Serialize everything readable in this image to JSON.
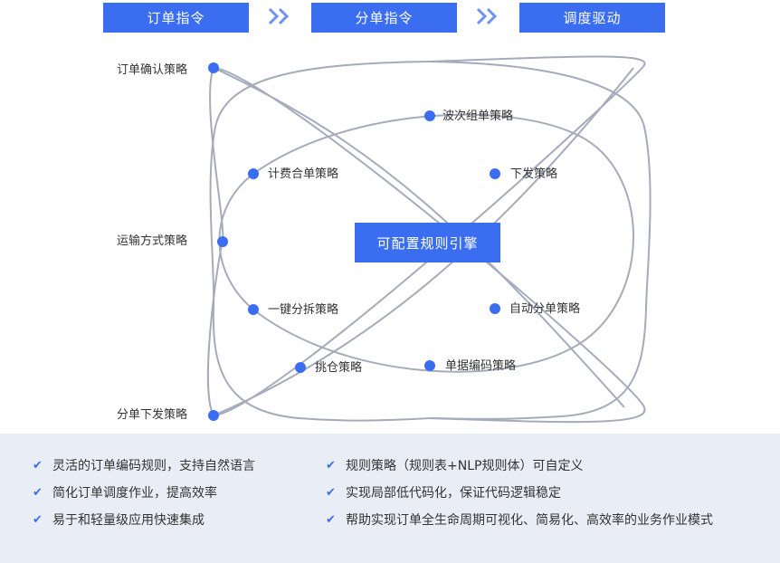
{
  "steps": [
    "订单指令",
    "分单指令",
    "调度驱动"
  ],
  "engine_label": "可配置规则引擎",
  "nodes": {
    "order_confirm": "订单确认策略",
    "transport": "运输方式策略",
    "split_dispatch": "分单下发策略",
    "billing_merge": "计费合单策略",
    "one_click_split": "一键分拆策略",
    "pick_warehouse": "挑仓策略",
    "wave_group": "波次组单策略",
    "dispatch": "下发策略",
    "auto_split": "自动分单策略",
    "doc_code": "单据编码策略"
  },
  "features": {
    "left": [
      "灵活的订单编码规则，支持自然语言",
      "简化订单调度作业，提高效率",
      "易于和轻量级应用快速集成"
    ],
    "right": [
      "规则策略（规则表+NLP规则体）可自定义",
      "实现局部低代码化，保证代码逻辑稳定",
      "帮助实现订单全生命周期可视化、简易化、高效率的业务作业模式"
    ]
  },
  "colors": {
    "accent": "#3a6df0",
    "curve": "#a6abbb",
    "panel": "#e9edf5"
  }
}
